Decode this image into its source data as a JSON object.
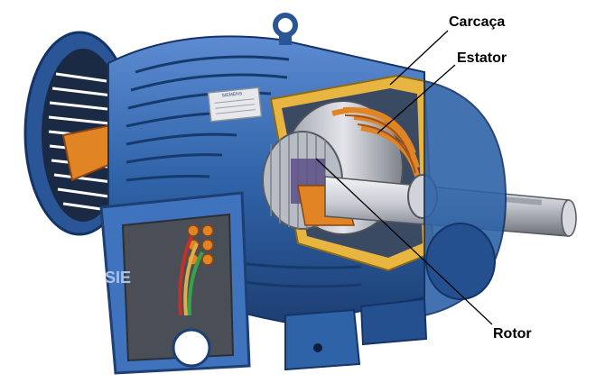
{
  "labels": {
    "carcaca": "Carcaça",
    "estator": "Estator",
    "rotor": "Rotor"
  },
  "brand_mark": "SIE",
  "plate_mark": "SIEMENS",
  "colors": {
    "housing_blue": "#2f63a8",
    "housing_dark": "#1d3f73",
    "housing_light": "#6f9be0",
    "copper_orange": "#e08424",
    "copper_dark": "#a0521a",
    "shaft_steel": "#c9ccd3",
    "cut_yellow": "#e8b640",
    "callout_line": "#000000"
  }
}
